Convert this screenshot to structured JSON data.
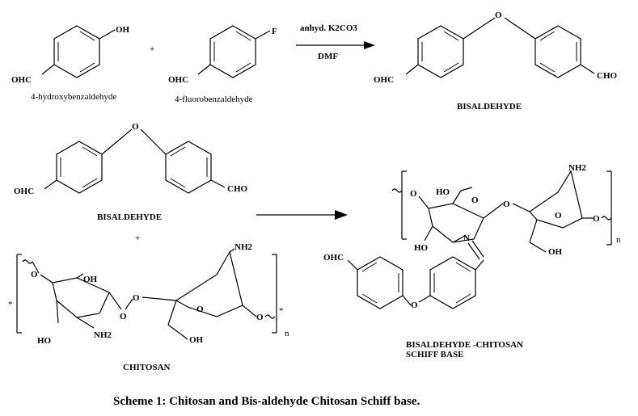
{
  "reaction1": {
    "reactant1_name": "4-hydroxybenzaldehyde",
    "reactant2_name": "4-fluorobenzaldehyde",
    "plus": "+",
    "conditions_top": "anhyd. K2CO3",
    "conditions_bottom": "DMF",
    "product_name": "BISALDEHYDE"
  },
  "reaction2": {
    "reactant1_name": "BISALDEHYDE",
    "plus": "+",
    "reactant2_name": "CHITOSAN",
    "product_name_line1": "BISALDEHYDE -CHITOSAN",
    "product_name_line2": "SCHIFF BASE"
  },
  "atoms": {
    "oh": "OH",
    "ohc": "OHC",
    "cho": "CHO",
    "f": "F",
    "o": "O",
    "ho": "HO",
    "nh2": "NH2",
    "n": "N",
    "n_repeat": "n",
    "star": "*"
  },
  "caption": "Scheme 1: Chitosan and Bis-aldehyde Chitosan Schiff base."
}
